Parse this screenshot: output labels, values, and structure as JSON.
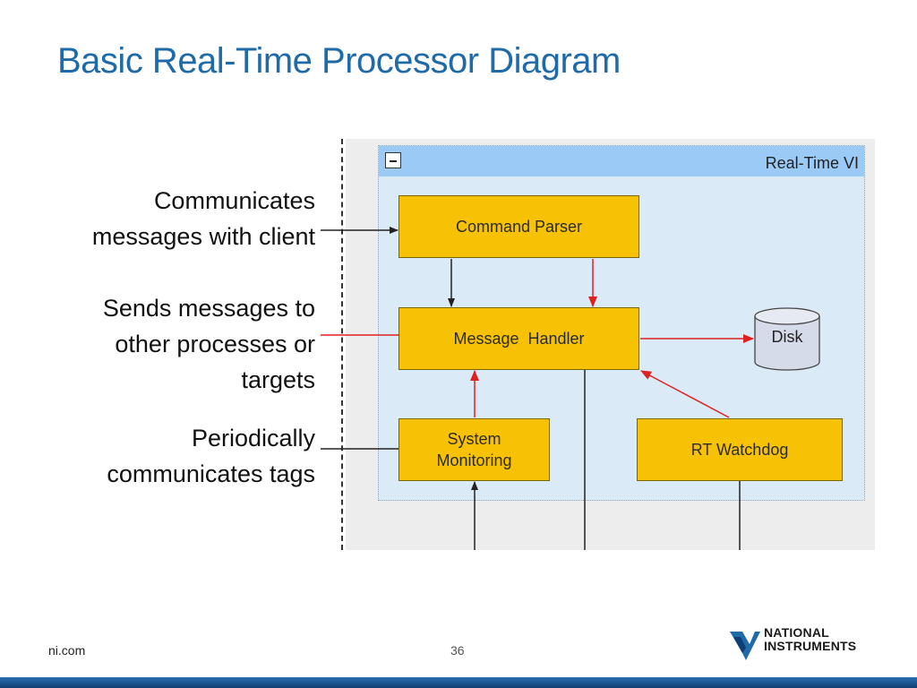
{
  "slide": {
    "title": "Basic Real-Time Processor Diagram",
    "labels": {
      "communicates": "Communicates\nmessages with client",
      "sends": "Sends messages to\nother processes or\ntargets",
      "periodically": "Periodically\ncommunicates tags"
    }
  },
  "diagram": {
    "container_title": "Real-Time VI",
    "nodes": {
      "command_parser": "Command Parser",
      "message_handler": "Message  Handler",
      "system_monitoring": "System\nMonitoring",
      "rt_watchdog": "RT Watchdog",
      "disk": "Disk"
    },
    "colors": {
      "node_fill": "#f7c204",
      "container_fill": "#dbeaf7",
      "header_fill": "#9ccaf7",
      "black_arrow": "#222222",
      "red_arrow": "#e02020"
    }
  },
  "footer": {
    "site": "ni.com",
    "page": "36",
    "logo_line1": "NATIONAL",
    "logo_line2": "INSTRUMENTS"
  }
}
